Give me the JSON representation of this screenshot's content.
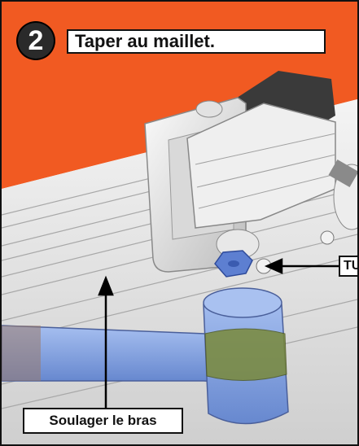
{
  "step": {
    "number": "2",
    "title": "Taper au maillet."
  },
  "callouts": {
    "right_label": "TU",
    "bottom_label": "Soulager le bras"
  },
  "colors": {
    "background_orange": "#f15a22",
    "mallet_blue": "#7f9fdc",
    "mallet_band_green": "#7a8a3a",
    "metal_light": "#e6e6e6",
    "nut_blue": "#5d7fd1"
  }
}
